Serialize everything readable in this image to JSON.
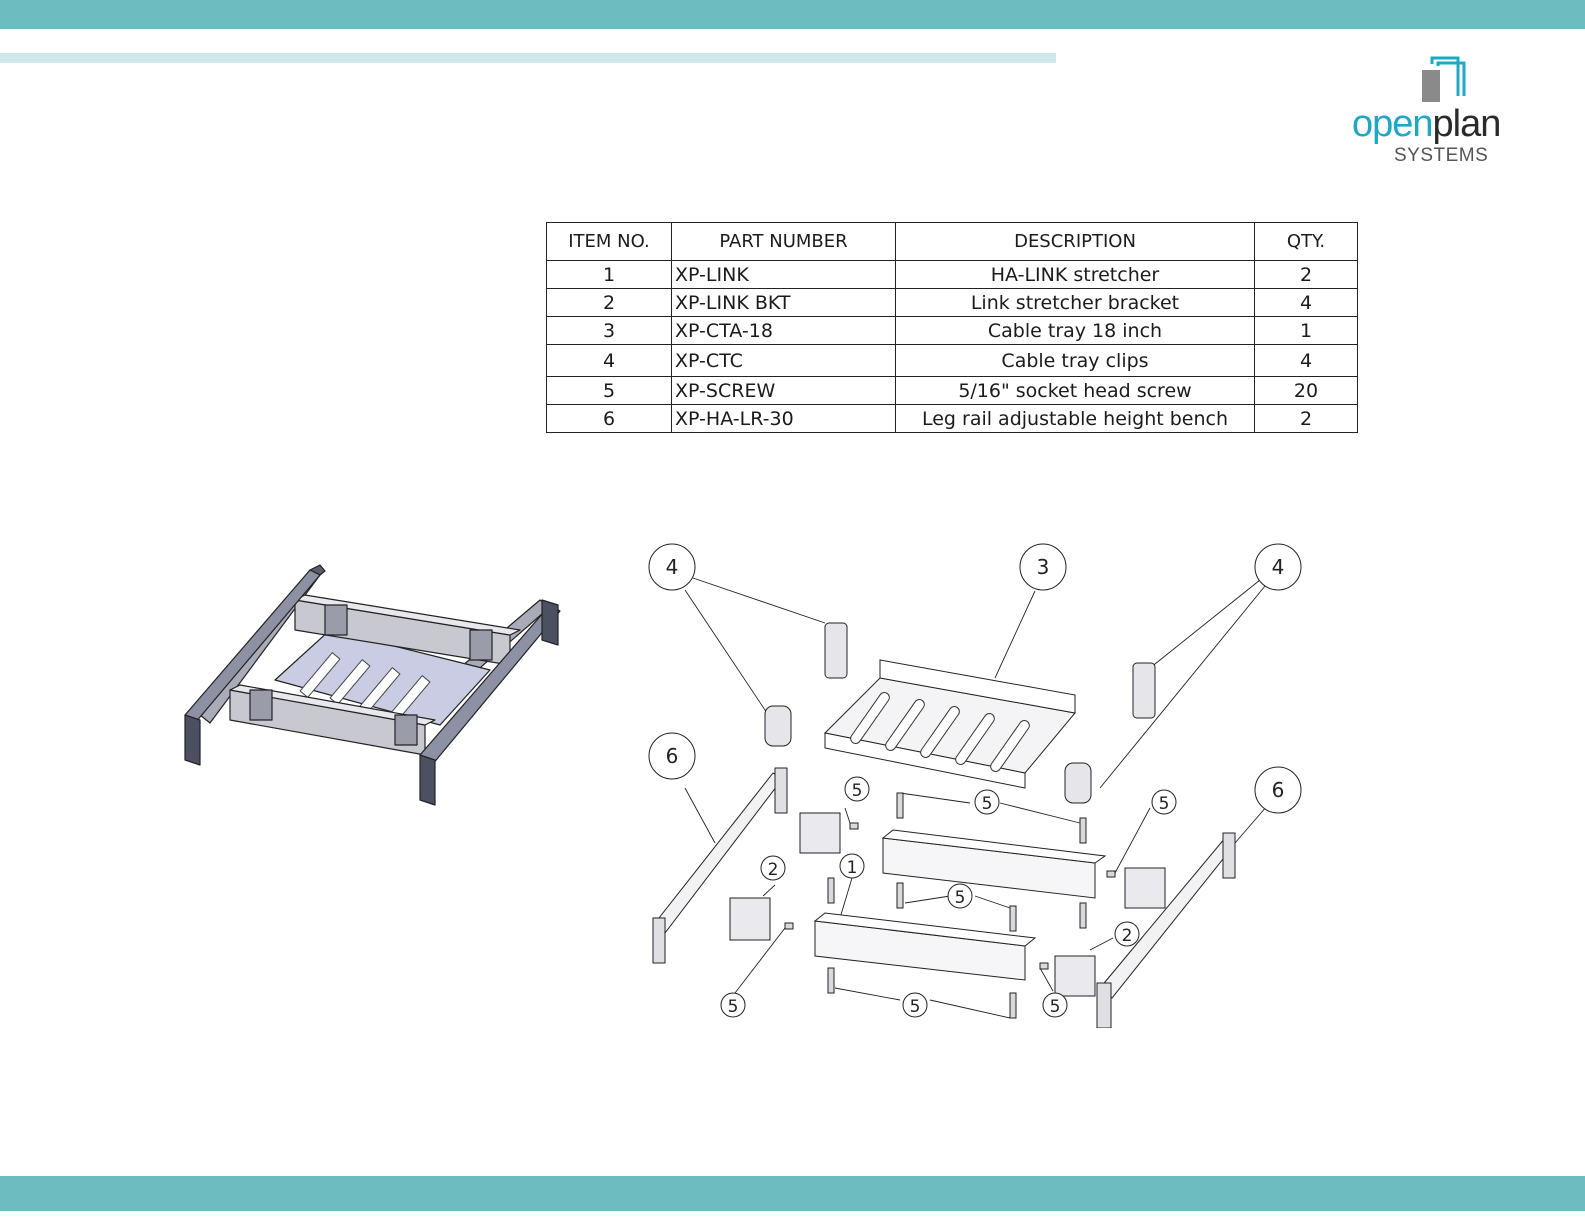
{
  "logo": {
    "word_open": "open",
    "word_plan": "plan",
    "subtitle": "SYSTEMS"
  },
  "colors": {
    "band": "#6dbcc0",
    "stripe": "#cfe8ea",
    "logo_accent": "#1fa8c3"
  },
  "bom": {
    "headers": [
      "ITEM NO.",
      "PART NUMBER",
      "DESCRIPTION",
      "QTY."
    ],
    "rows": [
      {
        "item": "1",
        "part": "XP-LINK",
        "desc": "HA-LINK stretcher",
        "qty": "2"
      },
      {
        "item": "2",
        "part": "XP-LINK BKT",
        "desc": "Link stretcher bracket",
        "qty": "4"
      },
      {
        "item": "3",
        "part": "XP-CTA-18",
        "desc": "Cable tray 18 inch",
        "qty": "1"
      },
      {
        "item": "4",
        "part": "XP-CTC",
        "desc": "Cable tray clips",
        "qty": "4"
      },
      {
        "item": "5",
        "part": "XP-SCREW",
        "desc": "5/16\" socket head screw",
        "qty": "20"
      },
      {
        "item": "6",
        "part": "XP-HA-LR-30",
        "desc": "Leg rail adjustable height bench",
        "qty": "2"
      }
    ]
  },
  "balloons": {
    "b4a": "4",
    "b3": "3",
    "b4b": "4",
    "b6a": "6",
    "b6b": "6",
    "b5a": "5",
    "b5b": "5",
    "b5c": "5",
    "b5d": "5",
    "b5e": "5",
    "b5f": "5",
    "b5g": "5",
    "b2a": "2",
    "b2b": "2",
    "b1": "1"
  }
}
